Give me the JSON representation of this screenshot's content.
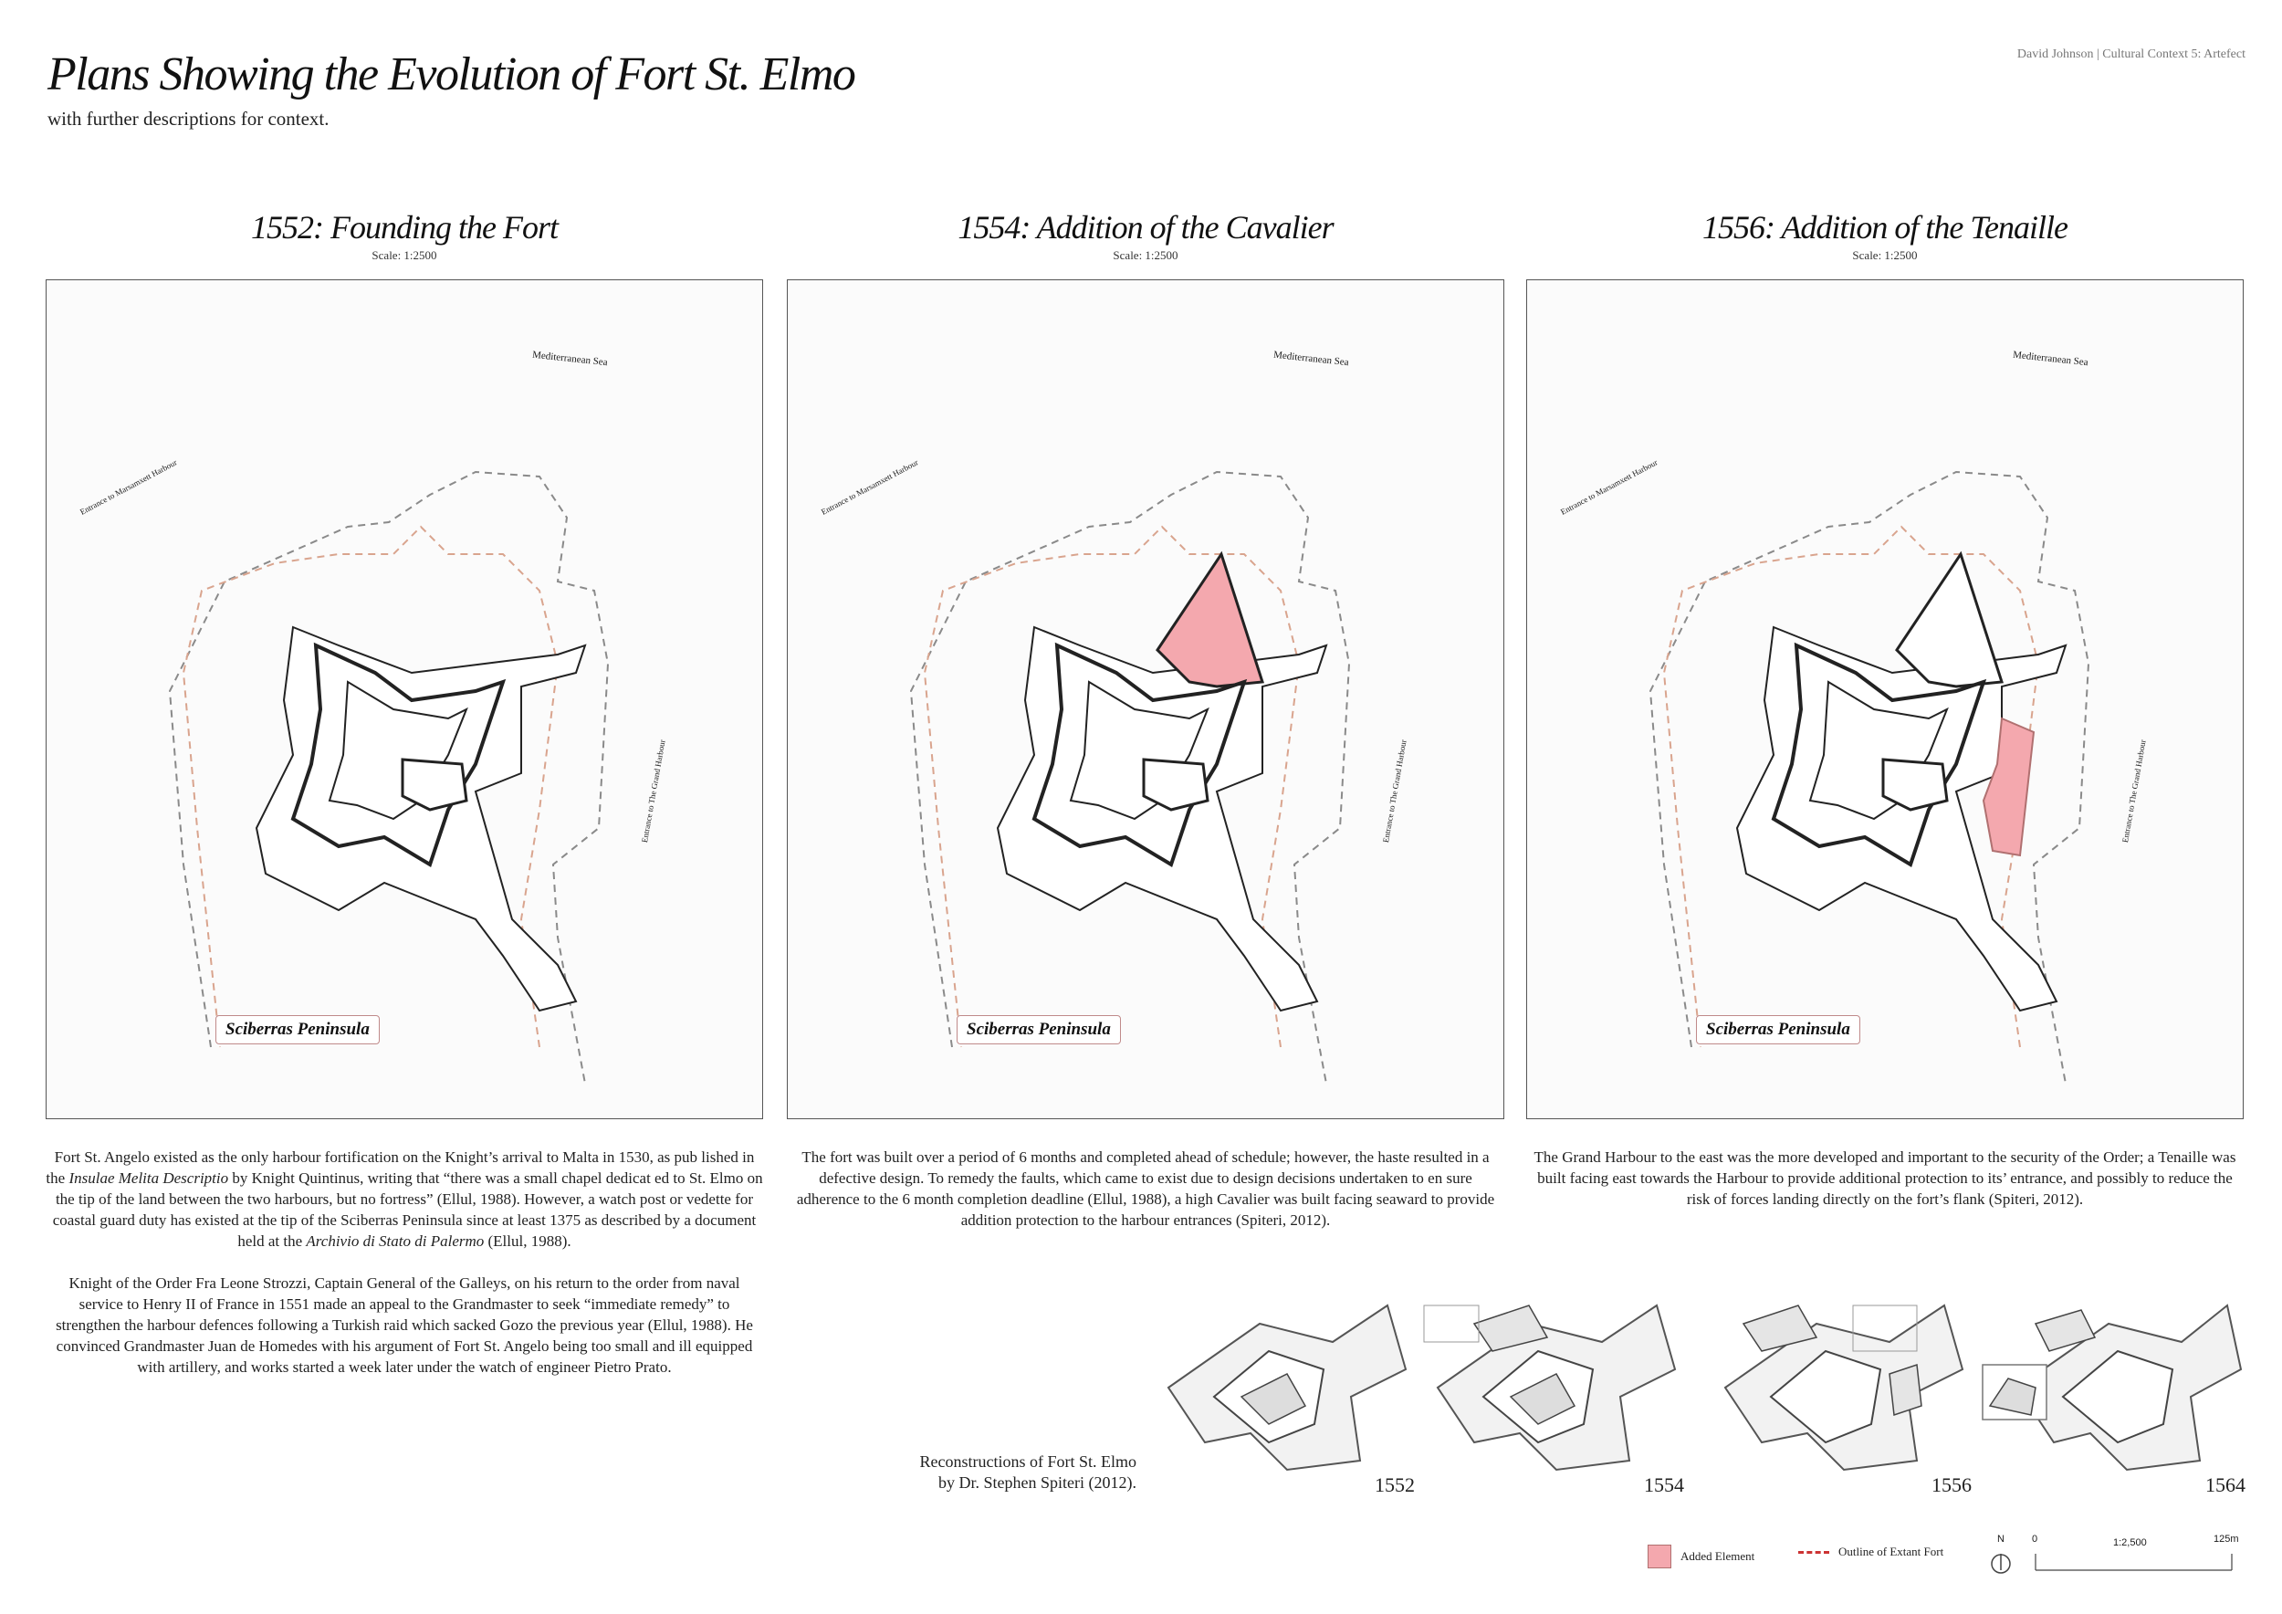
{
  "header": {
    "title": "Plans Showing the Evolution of Fort St. Elmo",
    "subtitle": "with further descriptions for context.",
    "author": "David Johnson | Cultural Context 5: Artefect"
  },
  "panels": [
    {
      "title": "1552: Founding the Fort",
      "scale": "Scale: 1:2500",
      "sea": "Mediterranean Sea",
      "entrance_marsamxett": "Entrance to Marsamxett Harbour",
      "entrance_grand": "Entrance to The Grand Harbour",
      "peninsula": "Sciberras Peninsula"
    },
    {
      "title": "1554: Addition of the Cavalier",
      "scale": "Scale: 1:2500",
      "sea": "Mediterranean Sea",
      "entrance_marsamxett": "Entrance to Marsamxett Harbour",
      "entrance_grand": "Entrance to The Grand Harbour",
      "peninsula": "Sciberras Peninsula"
    },
    {
      "title": "1556: Addition of the Tenaille",
      "scale": "Scale: 1:2500",
      "sea": "Mediterranean Sea",
      "entrance_marsamxett": "Entrance to Marsamxett Harbour",
      "entrance_grand": "Entrance to The Grand Harbour",
      "peninsula": "Sciberras Peninsula"
    }
  ],
  "descriptions": {
    "d1_p1_a": "Fort St. Angelo existed as the only harbour fortification on the Knight’s arrival to Malta in 1530, as pub lished in the ",
    "d1_p1_i1": "Insulae Melita Descriptio",
    "d1_p1_b": " by Knight Quintinus, writing that “there was a small chapel dedicat ed to St. Elmo on the tip of the land between the two harbours, but no fortress” (Ellul, 1988). However, a watch post or vedette for coastal guard duty has existed at the tip of the Sciberras Peninsula since at least 1375 as described by a document held at the ",
    "d1_p1_i2": "Archivio di Stato di Palermo",
    "d1_p1_c": " (Ellul, 1988).",
    "d1_p2": "Knight of the Order Fra Leone Strozzi, Captain General of the Galleys, on his return to the order from naval service to Henry II of France in 1551 made an appeal to the Grandmaster to seek “immediate remedy” to strengthen the harbour defences following a Turkish raid which sacked Gozo the previous year (Ellul, 1988). He convinced Grandmaster Juan de Homedes with his argument of Fort St. Angelo being too small and ill equipped with artillery, and works started a week later under the watch of engineer Pietro Prato.",
    "d2": "The fort was built over a period of 6 months and completed ahead of schedule; however, the haste resulted in a defective design. To remedy the faults, which came to exist due to design decisions undertaken to en sure adherence to the 6 month completion deadline (Ellul, 1988), a high Cavalier was built facing seaward to provide addition protection to the harbour entrances (Spiteri, 2012).",
    "d3": "The Grand Harbour to the east was the more developed and important to the security of the Order; a Tenaille was built facing east towards the Harbour to provide additional protection to its’ entrance, and possibly to reduce the risk of forces landing directly on the fort’s flank (Spiteri, 2012)."
  },
  "reconstructions": {
    "caption_line1": "Reconstructions of Fort St. Elmo",
    "caption_line2": "by Dr. Stephen Spiteri (2012).",
    "years": [
      "1552",
      "1554",
      "1556",
      "1564"
    ]
  },
  "legend": {
    "added": "Added Element",
    "outline": "Outline of Extant Fort",
    "north": "N",
    "scale_start": "0",
    "scale_ratio": "1:2,500",
    "scale_end": "125m"
  },
  "colors": {
    "added": "#f4a8ae",
    "outline_dash": "#cc3333",
    "coast_dash": "#8a8a8a",
    "extant_dash": "#d9a48e"
  }
}
